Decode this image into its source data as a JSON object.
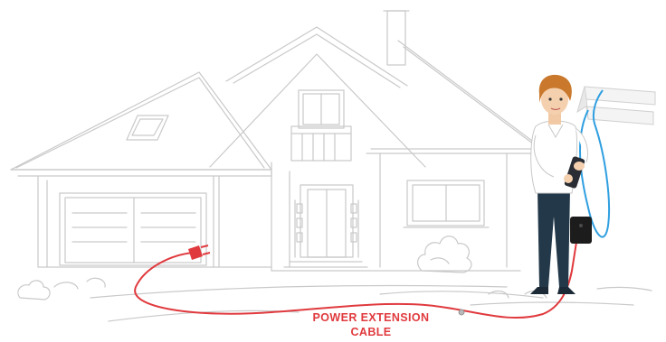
{
  "illustration": {
    "label_line1": "POWER EXTENSION",
    "label_line2": "CABLE"
  },
  "colors": {
    "sketch": "#c9c9c9",
    "cable": "#e03a3e",
    "label": "#e03a3e",
    "antenna_cable": "#2f9fe0",
    "shirt": "#ffffff",
    "jeans": "#23394a",
    "hair": "#c9782c"
  },
  "icons": [
    "house-sketch",
    "power-plug-icon",
    "antenna-icon",
    "phone-icon",
    "signal-booster-icon",
    "person-illustration"
  ]
}
